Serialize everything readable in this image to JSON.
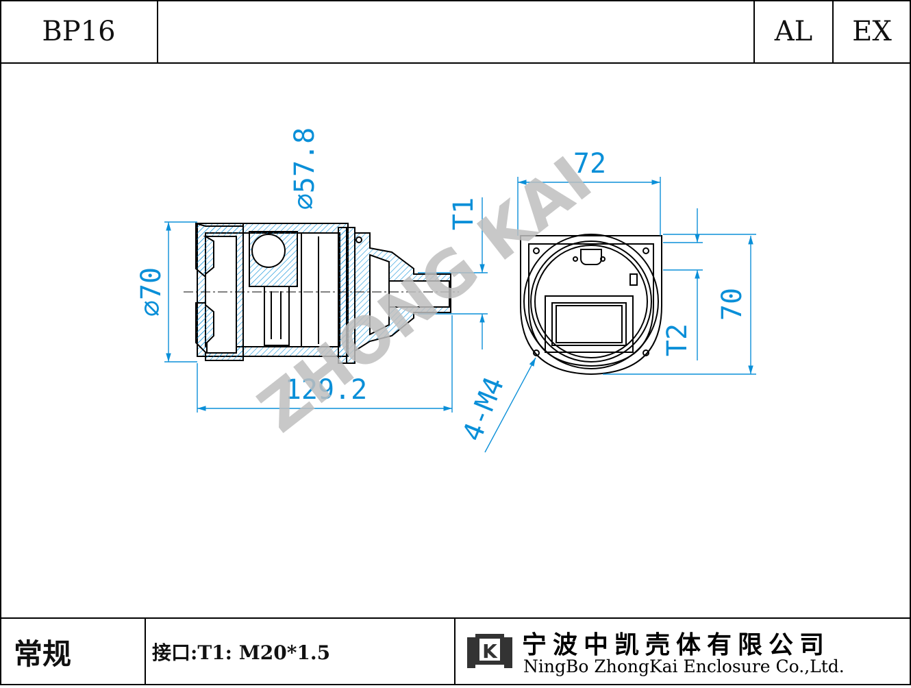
{
  "title_block": {
    "model": "BP16",
    "material": "AL",
    "protection": "EX",
    "type": "常规",
    "interface_spec": "接口:T1: M20*1.5",
    "company_cn": "宁波中凯壳体有限公司",
    "company_en": "NingBo ZhongKai Enclosure Co.,Ltd.",
    "logo_letter": "K"
  },
  "dimensions": {
    "diameter_70": "⌀70",
    "diameter_57_8": "⌀57.8",
    "length": "129.2",
    "width": "72",
    "height": "70",
    "port_t1": "T1",
    "port_t2": "T2",
    "screws": "4-M4"
  },
  "watermark": "ZHONG KAI",
  "colors": {
    "dimension": "#0a8fd8",
    "outline": "#000000",
    "hatch": "#0a8fd8",
    "watermark": "#bfbfbf"
  }
}
